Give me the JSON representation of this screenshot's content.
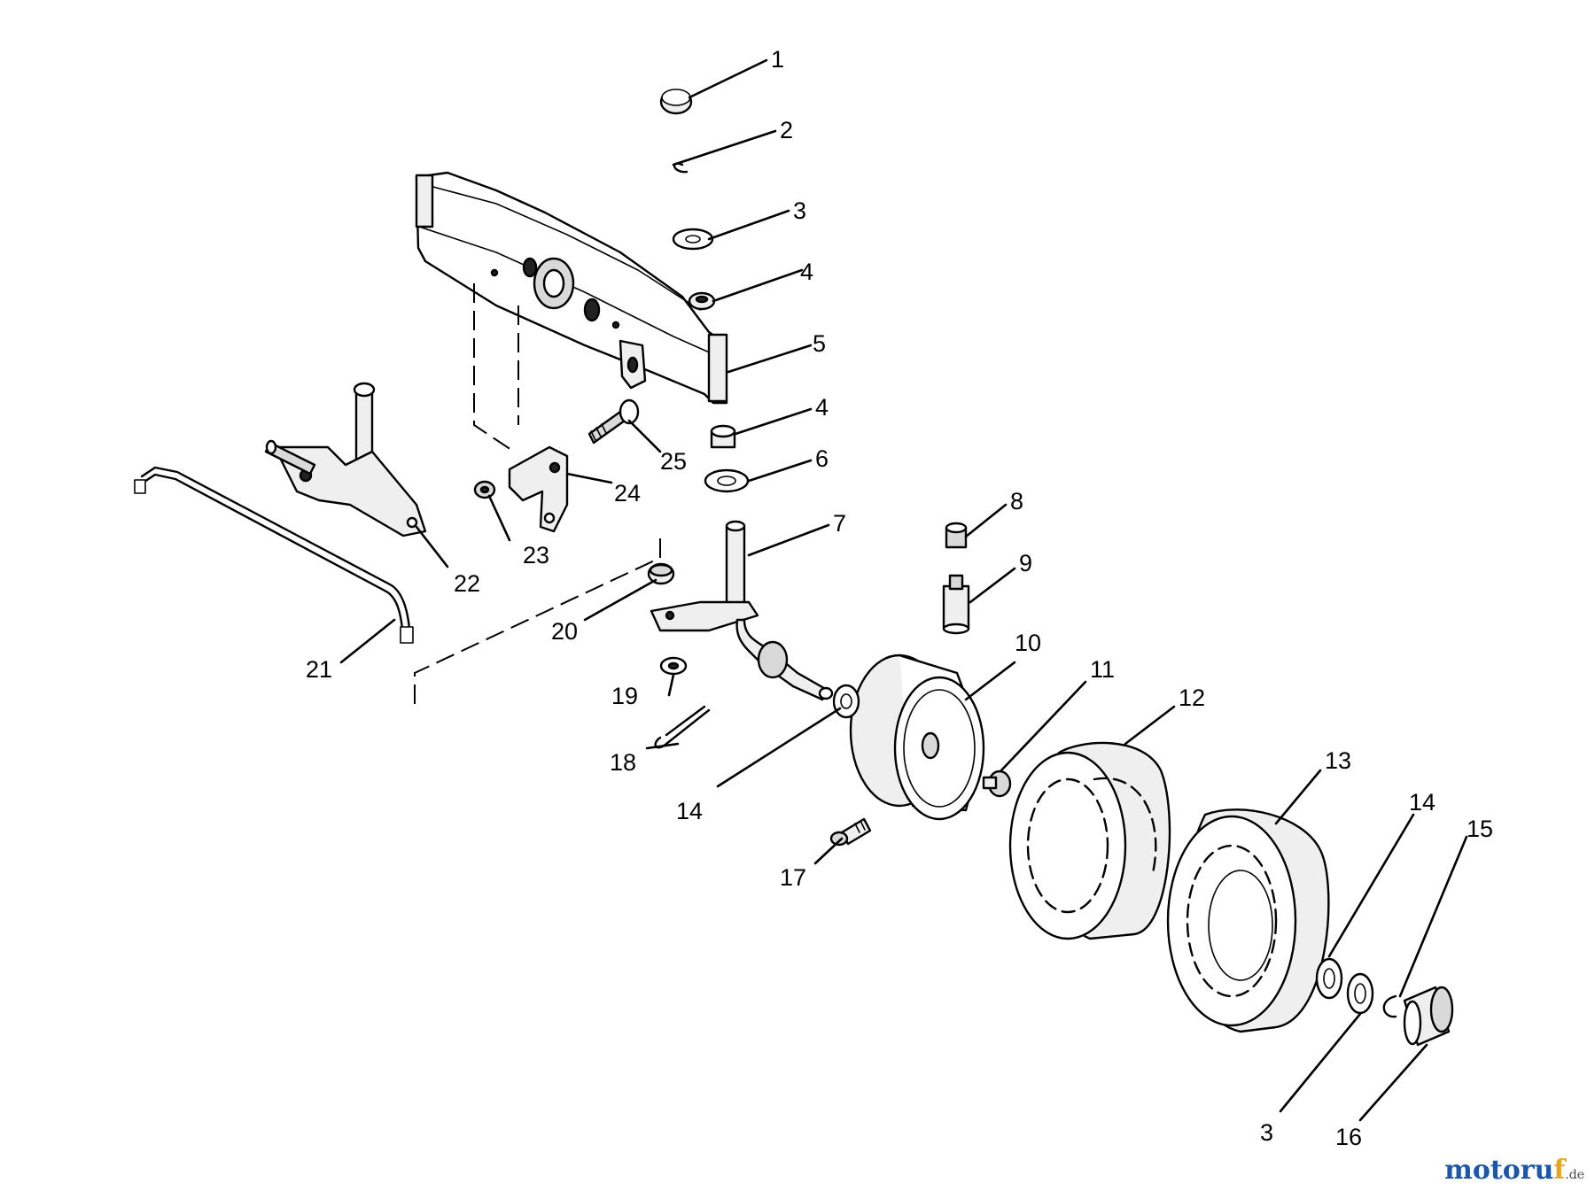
{
  "diagram": {
    "callouts": [
      "1",
      "2",
      "3",
      "4",
      "5",
      "4",
      "6",
      "8",
      "7",
      "9",
      "10",
      "11",
      "12",
      "13",
      "14",
      "15",
      "16",
      "3",
      "17",
      "14",
      "18",
      "19",
      "20",
      "21",
      "22",
      "23",
      "24",
      "25"
    ]
  },
  "watermark": {
    "main": "motoru",
    "accent": "f",
    "tld": ".de"
  }
}
